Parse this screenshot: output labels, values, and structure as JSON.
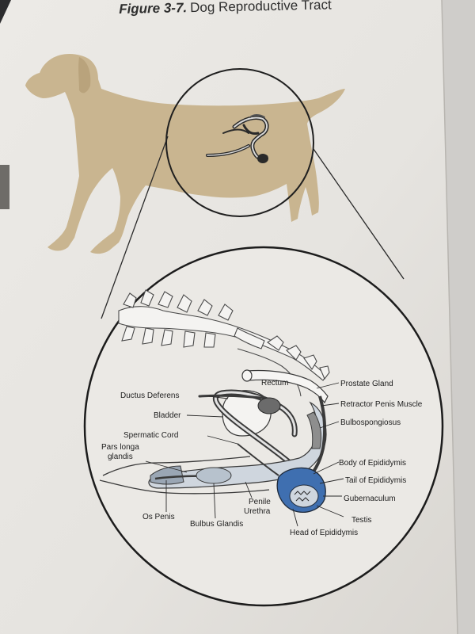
{
  "figure": {
    "label": "Figure 3-7.",
    "title": "Dog Reproductive Tract"
  },
  "labels": {
    "rectum": "Rectum",
    "prostate_gland": "Prostate Gland",
    "ductus_deferens": "Ductus Deferens",
    "retractor_penis_muscle": "Retractor Penis Muscle",
    "bladder": "Bladder",
    "bulbospongiosus": "Bulbospongiosus",
    "spermatic_cord": "Spermatic Cord",
    "pars_longa_glandis_1": "Pars longa",
    "pars_longa_glandis_2": "glandis",
    "body_of_epididymis": "Body of Epididymis",
    "tail_of_epididymis": "Tail of Epididymis",
    "gubernaculum": "Gubernaculum",
    "penile_urethra_1": "Penile",
    "penile_urethra_2": "Urethra",
    "testis": "Testis",
    "os_penis": "Os Penis",
    "bulbus_glandis": "Bulbus Glandis",
    "head_of_epididymis": "Head of Epididymis"
  },
  "colors": {
    "dog_silhouette": "#c9b590",
    "tract_blue": "#3f6fb0",
    "tract_dark": "#2d2d2d",
    "page": "#e9e7e3"
  }
}
